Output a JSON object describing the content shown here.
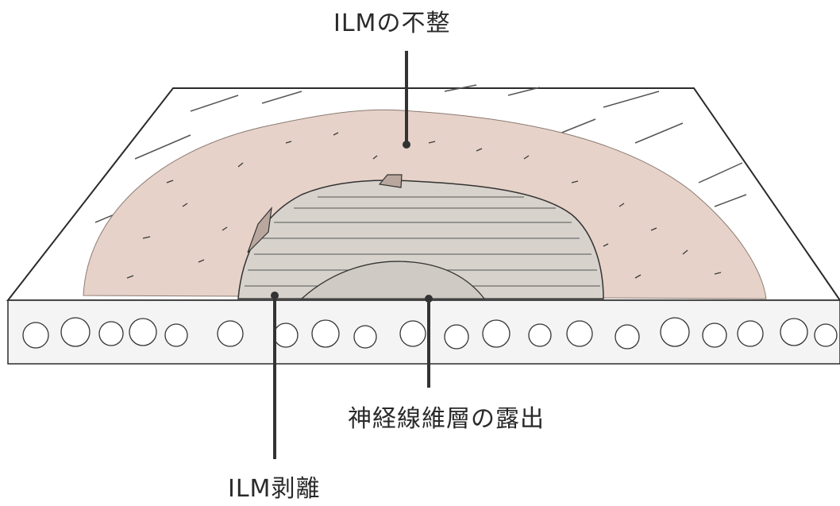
{
  "labels": {
    "ilm_irregularity": "ILMの不整",
    "nfl_exposure": "神経線維層の露出",
    "ilm_peeling": "ILM剥離"
  },
  "colors": {
    "ilm_tint": "#e6d2c8",
    "line": "#2b2b2b",
    "paper": "#ffffff"
  }
}
